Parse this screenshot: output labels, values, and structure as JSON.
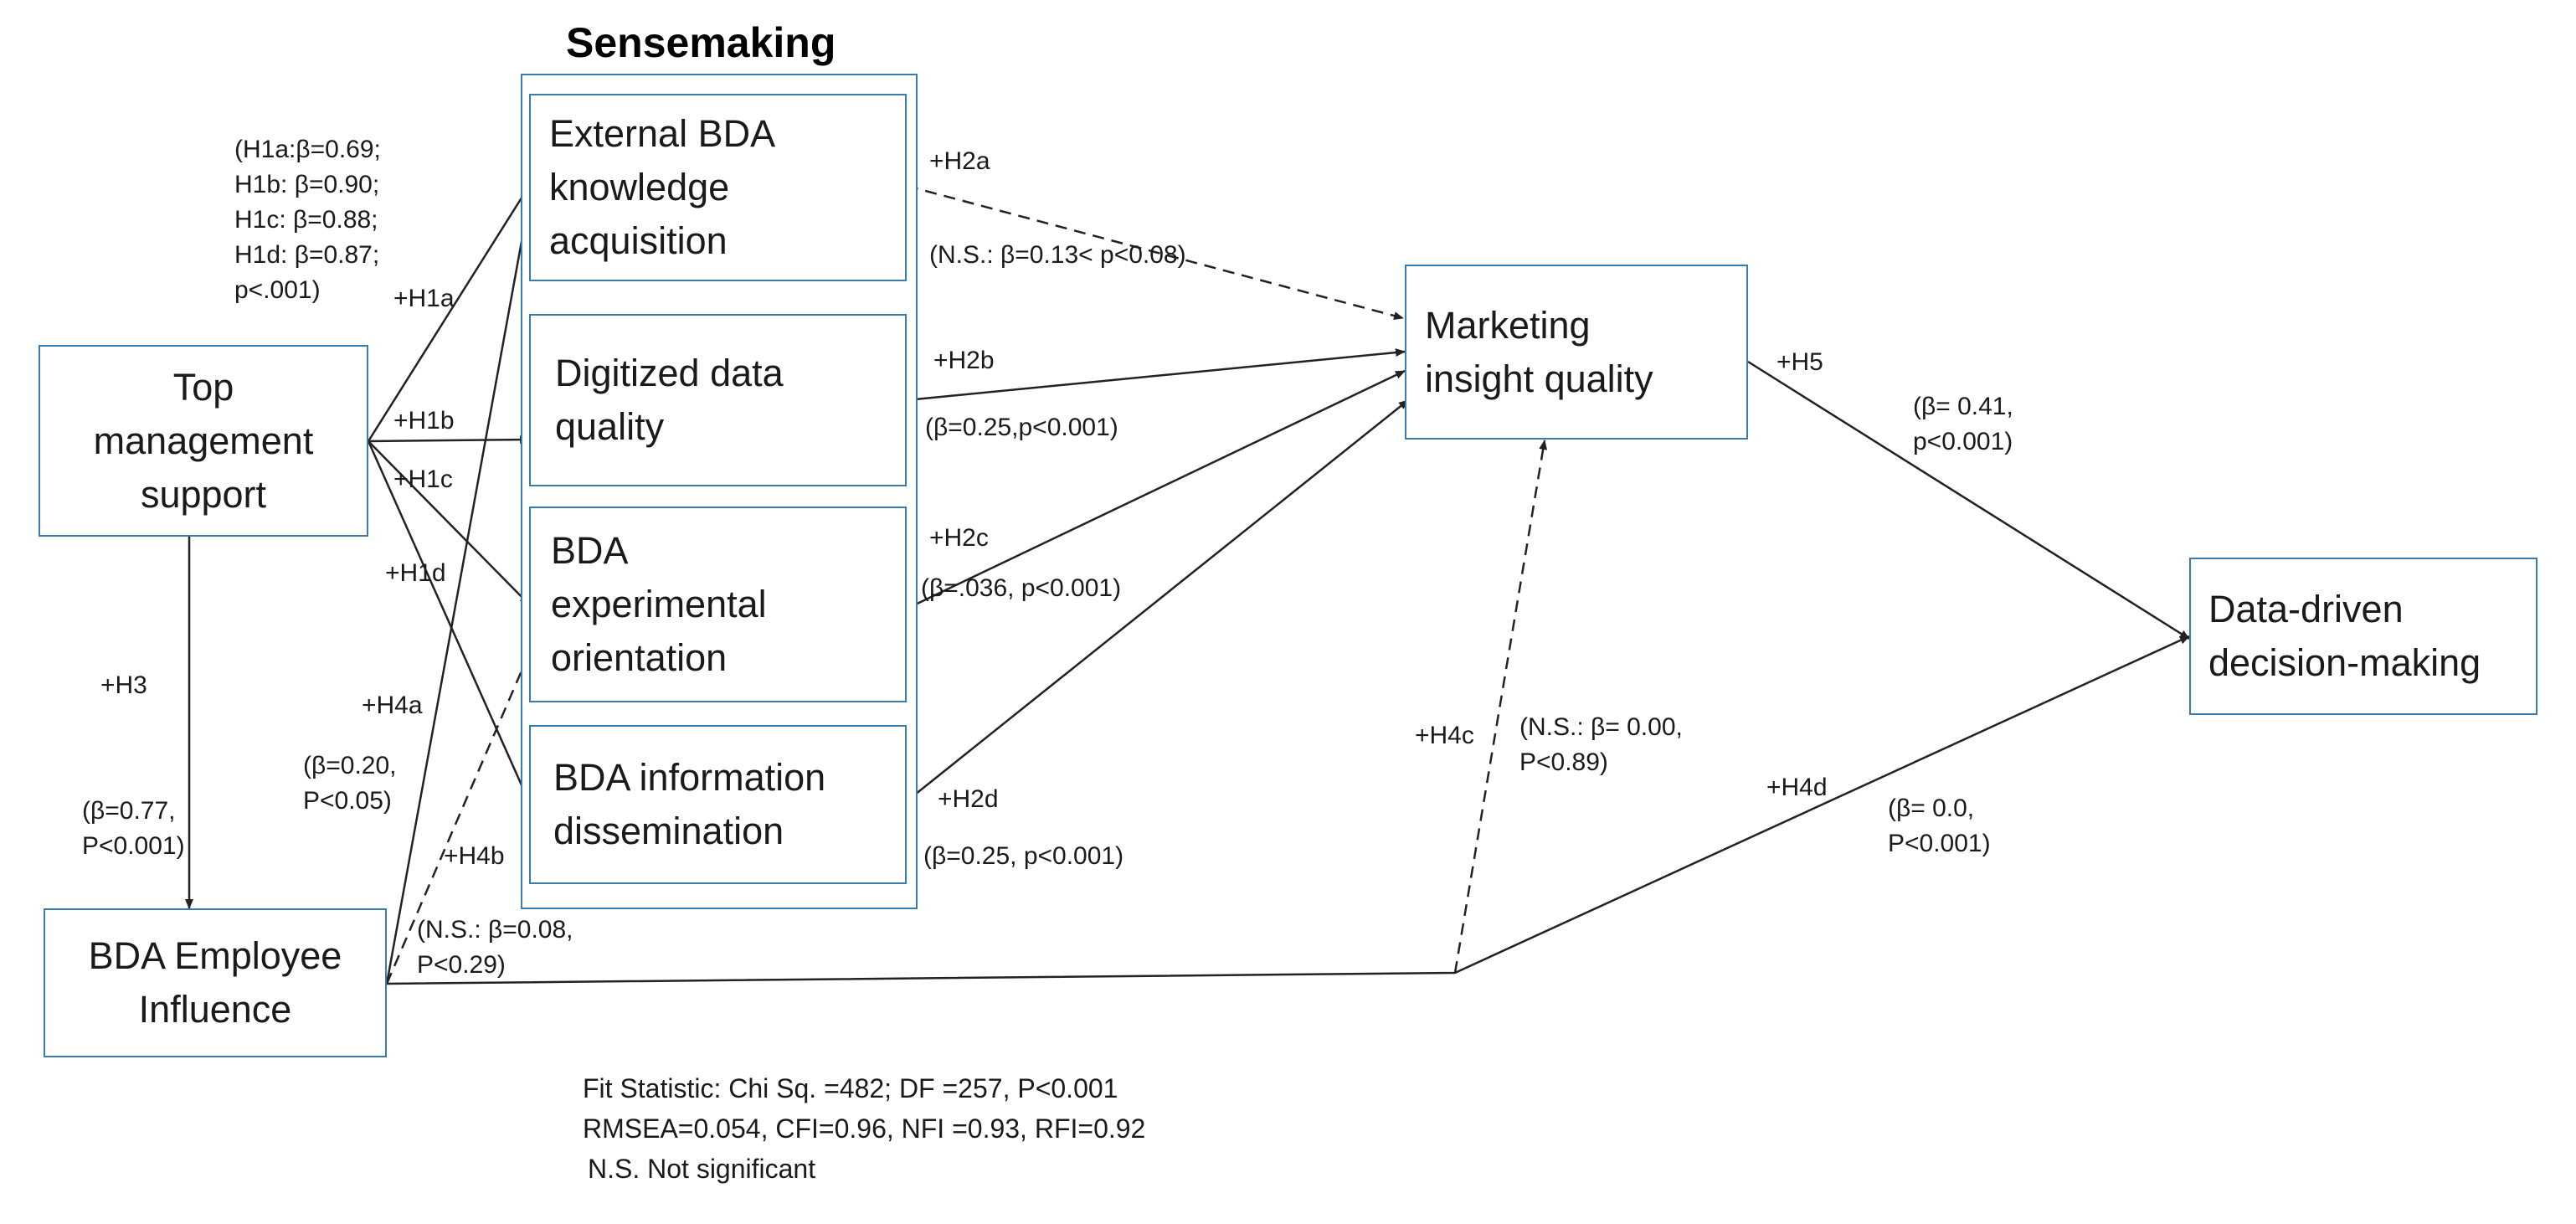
{
  "title": "Sensemaking",
  "nodes": {
    "top_management": [
      "Top",
      "management",
      "support"
    ],
    "bda_employee": [
      "BDA Employee",
      "Influence"
    ],
    "external_bda": [
      "External BDA",
      "knowledge",
      "acquisition"
    ],
    "digitized_data": [
      "Digitized data",
      "quality"
    ],
    "bda_experimental": [
      "BDA",
      "experimental",
      "orientation"
    ],
    "bda_information": [
      "BDA information",
      "dissemination"
    ],
    "marketing_insight": [
      "Marketing",
      "insight quality"
    ],
    "data_driven": [
      "Data-driven",
      "decision-making"
    ]
  },
  "paths": {
    "h1a": "+H1a",
    "h1b": "+H1b",
    "h1c": "+H1c",
    "h1d": "+H1d",
    "h1_stats": [
      "(H1a:β=0.69;",
      "H1b: β=0.90;",
      "H1c: β=0.88;",
      "H1d: β=0.87;",
      "p<.001)"
    ],
    "h2a": "+H2a",
    "h2a_stats": "(N.S.: β=0.13< p<0.08)",
    "h2b": "+H2b",
    "h2b_stats": "(β=0.25,p<0.001)",
    "h2c": "+H2c",
    "h2c_stats": "(β=.036, p<0.001)",
    "h2d": "+H2d",
    "h2d_stats": "(β=0.25, p<0.001)",
    "h3": "+H3",
    "h3_stats": [
      "(β=0.77,",
      "P<0.001)"
    ],
    "h4a": "+H4a",
    "h4a_stats": [
      "(β=0.20,",
      "P<0.05)"
    ],
    "h4b": "+H4b",
    "h4b_stats": [
      "(N.S.: β=0.08,",
      "P<0.29)"
    ],
    "h4c": "+H4c",
    "h4c_stats": [
      "(N.S.: β= 0.00,",
      "P<0.89)"
    ],
    "h4d": "+H4d",
    "h4d_stats": [
      "(β= 0.0,",
      "P<0.001)"
    ],
    "h5": "+H5",
    "h5_stats": [
      "(β= 0.41,",
      "p<0.001)"
    ]
  },
  "fit_statistics": [
    "Fit Statistic: Chi Sq.  =482; DF =257, P<0.001",
    "RMSEA=0.054, CFI=0.96, NFI =0.93, RFI=0.92",
    "N.S. Not significant"
  ],
  "colors": {
    "box_border": "#3a7cb0",
    "arrow": "#222222",
    "text": "#1a1a1a"
  }
}
